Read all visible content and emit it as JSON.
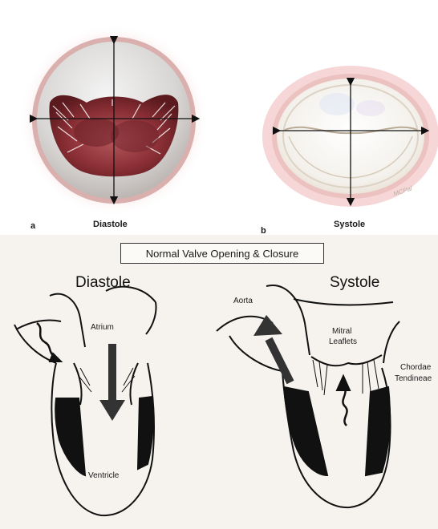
{
  "top": {
    "left_panel": {
      "letter": "a",
      "caption": "Diastole"
    },
    "right_panel": {
      "letter": "b",
      "caption": "Systole"
    },
    "signature": "MCPal"
  },
  "bottom": {
    "title": "Normal Valve Opening & Closure",
    "diastole": {
      "heading": "Diastole",
      "atrium": "Atrium",
      "ventricle": "Ventricle"
    },
    "systole": {
      "heading": "Systole",
      "aorta": "Aorta",
      "mitral_line1": "Mitral",
      "mitral_line2": "Leaflets",
      "chordae_line1": "Chordae",
      "chordae_line2": "Tendineae"
    }
  }
}
